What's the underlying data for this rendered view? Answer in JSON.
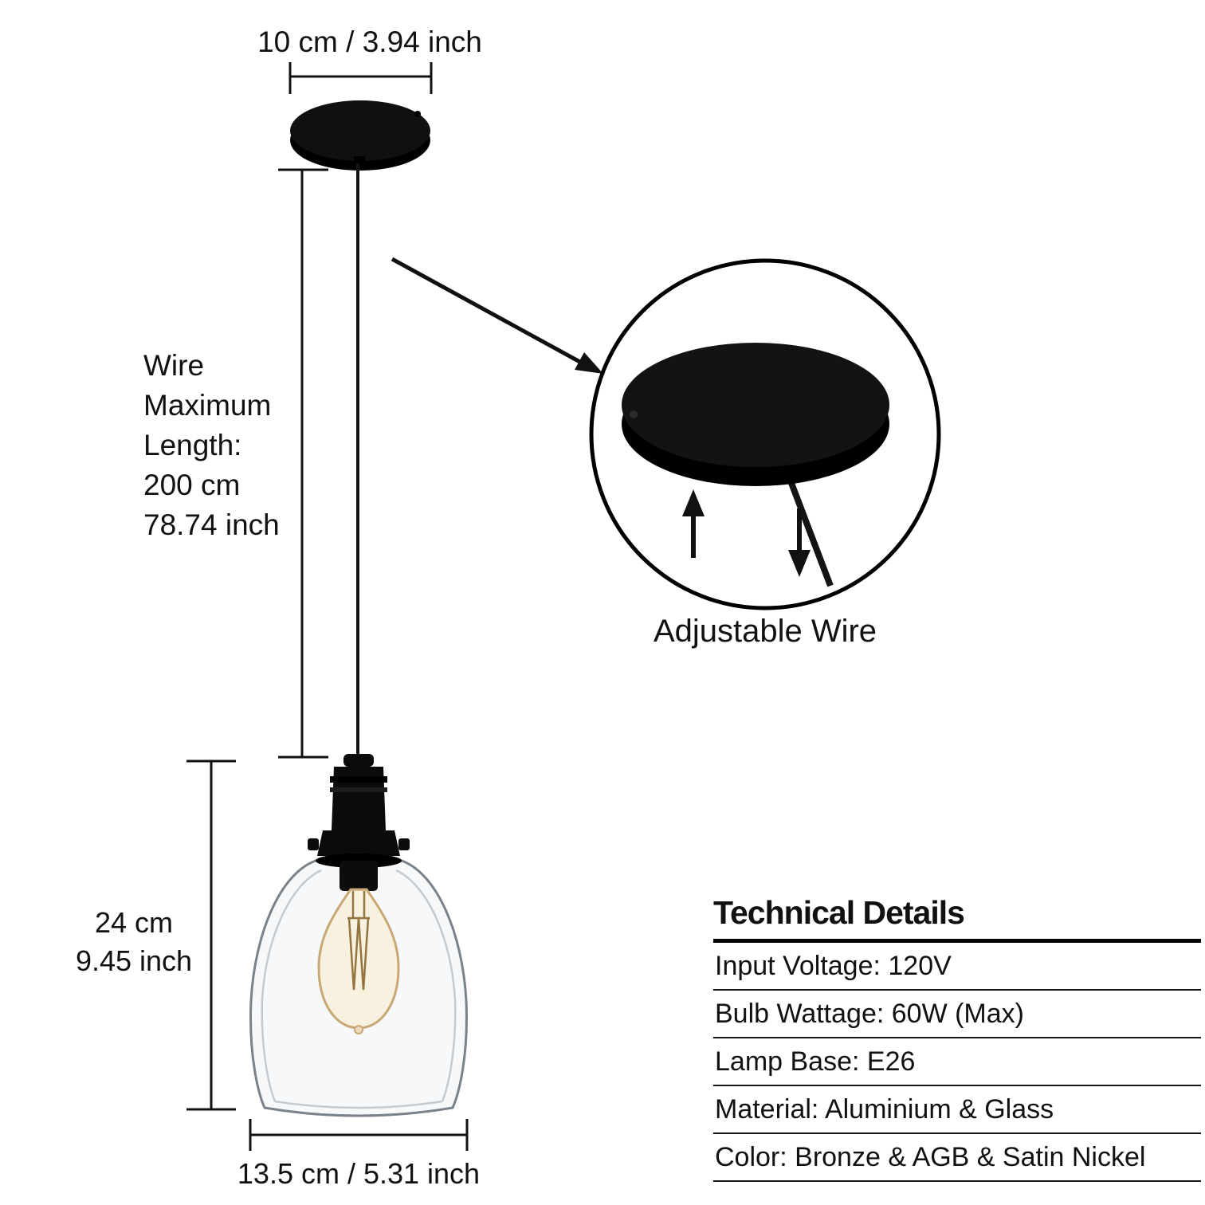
{
  "dimensions": {
    "canopy_width": "10 cm / 3.94 inch",
    "wire_max_length": "Wire\nMaximum\nLength:\n200 cm\n78.74 inch",
    "lamp_height": "24 cm\n9.45 inch",
    "shade_width": "13.5 cm / 5.31 inch"
  },
  "inset": {
    "caption": "Adjustable Wire"
  },
  "technical_details": {
    "title": "Technical Details",
    "rows": [
      {
        "text": "Input Voltage: 120V"
      },
      {
        "text": "Bulb Wattage: 60W (Max)"
      },
      {
        "text": "Lamp Base: E26"
      },
      {
        "text": "Material: Aluminium & Glass"
      },
      {
        "text": "Color: Bronze & AGB & Satin Nickel"
      }
    ]
  },
  "colors": {
    "ink": "#111111",
    "fixture_black": "#0b0b0b",
    "glass_stroke": "#79828a",
    "bulb_stroke": "#c9a877",
    "bulb_fill": "#f9efdc"
  }
}
